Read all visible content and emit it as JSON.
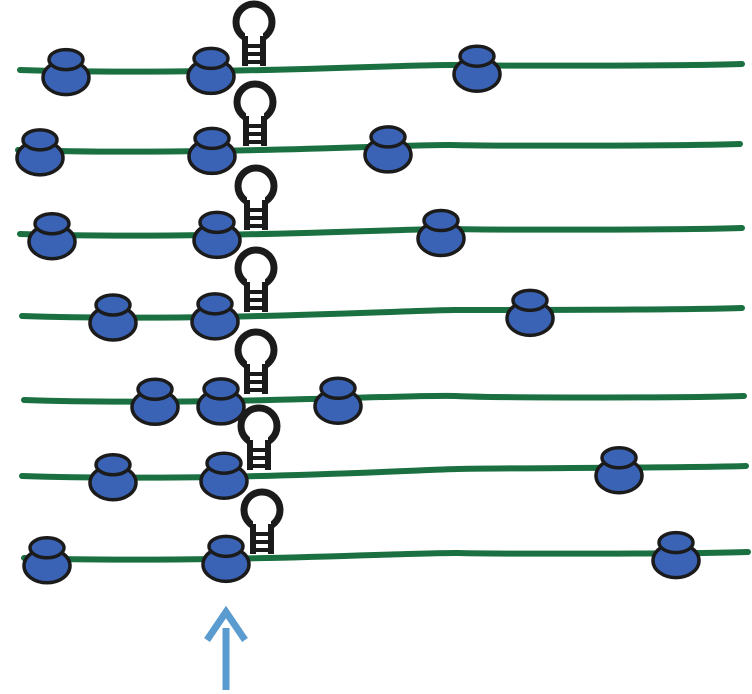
{
  "figure": {
    "type": "ribosome-mrna-hairpin-schematic",
    "mrna_strand_count": 7,
    "colors": {
      "mrna": "#1a7040",
      "ribosome": "#3a63b5",
      "ribosome_outline": "#1b1b1b",
      "hairpin": "#1b1b1b",
      "arrow": "#5a9bd0",
      "background": "#ffffff"
    },
    "arrow_direction": "up"
  }
}
